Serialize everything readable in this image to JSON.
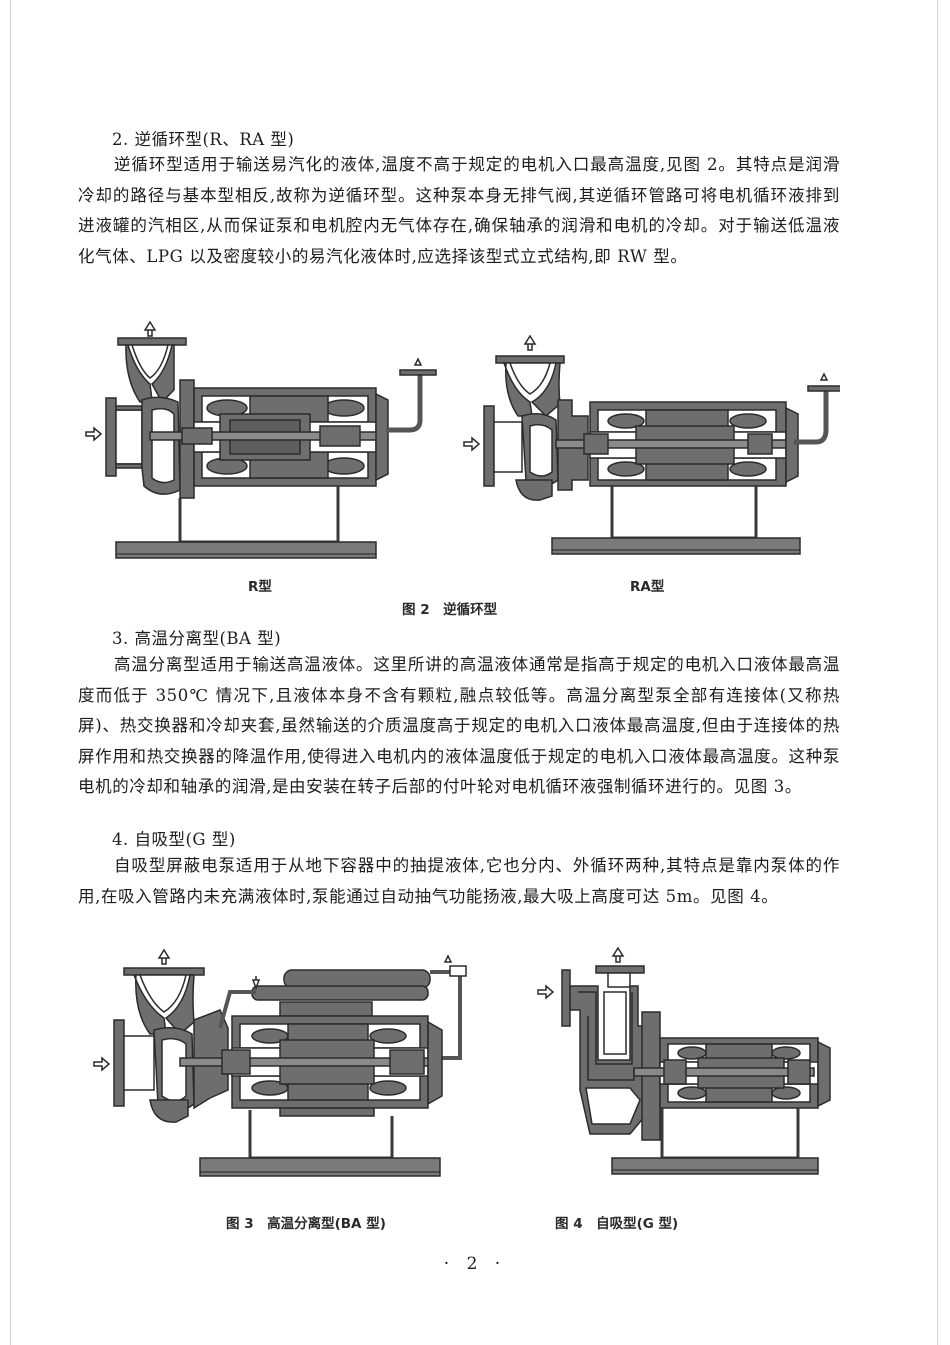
{
  "page": {
    "number_label": "· 2 ·",
    "background": "#ffffff",
    "text_color": "#1d1d1d",
    "diagram_fill": "#6e6e6e",
    "diagram_stroke": "#2b2b2b"
  },
  "section2": {
    "heading": "2. 逆循环型(R、RA 型)",
    "paragraph": "逆循环型适用于输送易汽化的液体,温度不高于规定的电机入口最高温度,见图 2。其特点是润滑冷却的路径与基本型相反,故称为逆循环型。这种泵本身无排气阀,其逆循环管路可将电机循环液排到进液罐的汽相区,从而保证泵和电机腔内无气体存在,确保轴承的润滑和电机的冷却。对于输送低温液化气体、LPG 以及密度较小的易汽化液体时,应选择该型式立式结构,即 RW 型。"
  },
  "figure2": {
    "left_label": "R型",
    "right_label": "RA型",
    "caption": "图 2　逆循环型",
    "inlet_arrow": "⇨",
    "outlet_arrow": "⇧"
  },
  "section3": {
    "heading": "3. 高温分离型(BA 型)",
    "paragraph": "高温分离型适用于输送高温液体。这里所讲的高温液体通常是指高于规定的电机入口液体最高温度而低于 350℃ 情况下,且液体本身不含有颗粒,融点较低等。高温分离型泵全部有连接体(又称热屏)、热交换器和冷却夹套,虽然输送的介质温度高于规定的电机入口液体最高温度,但由于连接体的热屏作用和热交换器的降温作用,使得进入电机内的液体温度低于规定的电机入口液体最高温度。这种泵电机的冷却和轴承的润滑,是由安装在转子后部的付叶轮对电机循环液强制循环进行的。见图 3。"
  },
  "section4": {
    "heading": "4. 自吸型(G 型)",
    "paragraph": "自吸型屏蔽电泵适用于从地下容器中的抽提液体,它也分内、外循环两种,其特点是靠内泵体的作用,在吸入管路内未充满液体时,泵能通过自动抽气功能扬液,最大吸上高度可达 5m。见图 4。"
  },
  "figure3": {
    "caption": "图 3　高温分离型(BA 型)"
  },
  "figure4": {
    "caption": "图 4　自吸型(G 型)"
  }
}
